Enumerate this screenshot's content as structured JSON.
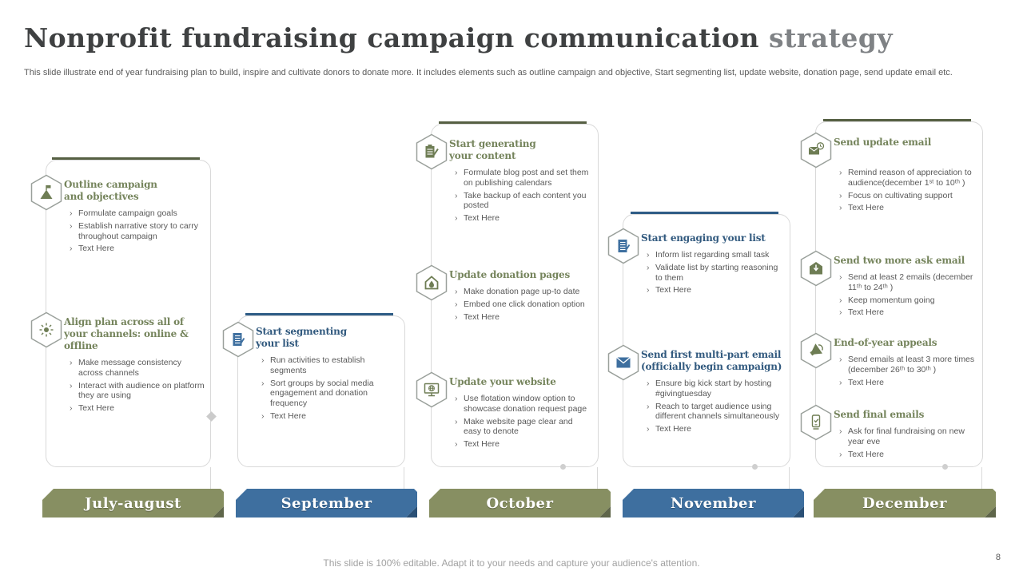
{
  "slide": {
    "title_main": "Nonprofit fundraising campaign communication ",
    "title_highlight": "strategy",
    "subtitle": "This slide illustrate end of year fundraising plan to build, inspire and cultivate donors to donate more. It includes elements such as outline campaign and objective, Start segmenting list, update website, donation page, send update email etc.",
    "footer": "This slide is 100% editable. Adapt it to your needs and capture your audience's attention.",
    "page_number": "8"
  },
  "colors": {
    "olive_heading": "#75845c",
    "olive_bar": "#878f62",
    "olive_accent_line": "#566043",
    "blue_heading": "#31597e",
    "blue_bar": "#3e6f9f",
    "blue_accent_line": "#2e5c86",
    "body_text": "#595959",
    "title_text": "#3f4142",
    "title_highlight_text": "#7f8285",
    "card_border": "#d9d9d9"
  },
  "columns": [
    {
      "month": "July-august",
      "theme": "olive",
      "sections": [
        {
          "icon": "mountain-flag-icon",
          "title": "Outline campaign and objectives",
          "bullets": [
            "Formulate campaign goals",
            "Establish narrative story to carry throughout campaign",
            "Text Here"
          ]
        },
        {
          "icon": "network-rays-icon",
          "title": "Align plan across all of your channels: online & offline",
          "bullets": [
            "Make message consistency across channels",
            "Interact with audience on platform they are using",
            "Text Here"
          ]
        }
      ]
    },
    {
      "month": "September",
      "theme": "blue",
      "sections": [
        {
          "icon": "checklist-icon",
          "title": "Start segmenting your list",
          "bullets": [
            "Run activities to establish segments",
            "Sort groups by social media engagement and donation frequency",
            "Text Here"
          ]
        }
      ]
    },
    {
      "month": "October",
      "theme": "olive",
      "sections": [
        {
          "icon": "clipboard-pencil-icon",
          "title": "Start generating your content",
          "bullets": [
            "Formulate blog post and set them on publishing calendars",
            "Take backup of each content you posted",
            "Text Here"
          ]
        },
        {
          "icon": "house-droplet-icon",
          "title": "Update donation pages",
          "bullets": [
            "Make donation page up-to date",
            "Embed one click donation option",
            "Text Here"
          ]
        },
        {
          "icon": "monitor-globe-icon",
          "title": "Update your website",
          "bullets": [
            "Use flotation window option to showcase donation request page",
            "Make website page clear and easy to denote",
            "Text Here"
          ]
        }
      ]
    },
    {
      "month": "November",
      "theme": "blue",
      "sections": [
        {
          "icon": "checklist-icon",
          "title": "Start engaging your list",
          "bullets": [
            "Inform list regarding small task",
            "Validate list by starting reasoning to them",
            "Text Here"
          ]
        },
        {
          "icon": "envelope-icon",
          "title": "Send first multi-part email (officially begin campaign)",
          "bullets": [
            "Ensure big kick start by hosting #givingtuesday",
            "Reach to target audience using different channels simultaneously",
            "Text Here"
          ]
        }
      ]
    },
    {
      "month": "December",
      "theme": "olive",
      "sections": [
        {
          "icon": "envelope-badge-icon",
          "title": "Send update email",
          "bullets": [
            "Remind reason of appreciation to audience(december 1ˢᵗ to 10ᵗʰ )",
            "Focus on cultivating support",
            "Text Here"
          ]
        },
        {
          "icon": "envelope-download-icon",
          "title": "Send two more ask email",
          "bullets": [
            "Send at least 2 emails (december 11ᵗʰ to 24ᵗʰ )",
            "Keep momentum going",
            "Text Here"
          ]
        },
        {
          "icon": "megaphone-icon",
          "title": "End-of-year appeals",
          "bullets": [
            "Send emails at least 3 more times (december 26ᵗʰ to 30ᵗʰ )",
            "Text Here"
          ]
        },
        {
          "icon": "phone-check-icon",
          "title": "Send final emails",
          "bullets": [
            "Ask for final fundraising on new year eve",
            "Text Here"
          ]
        }
      ]
    }
  ]
}
